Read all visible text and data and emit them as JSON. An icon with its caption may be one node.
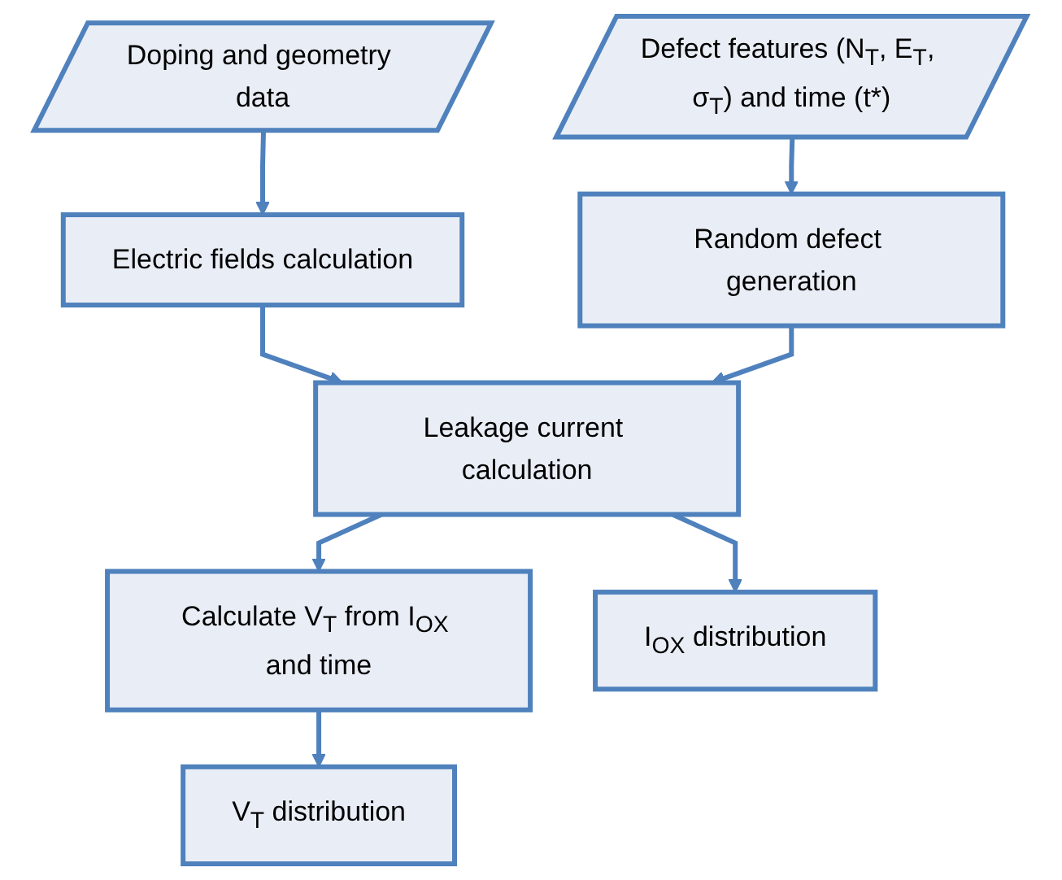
{
  "diagram": {
    "nodes": [
      {
        "text": [
          "Doping and geometry data"
        ]
      },
      {
        "text": [
          "Defect features (N$_{T}$, E$_{T}$, σ$_{T}$) and time (t*)"
        ]
      },
      {
        "text": [
          "Electric fields calculation"
        ]
      },
      {
        "text": [
          "Random defect generation"
        ]
      },
      {
        "text": [
          "Leakage current calculation"
        ]
      },
      {
        "text": [
          "Calculate V$_{T}$ from I$_{OX}$ and time"
        ]
      },
      {
        "text": [
          "I$_{OX}$ distribution"
        ]
      },
      {
        "text": [
          "V$_{T}$ distribution"
        ]
      }
    ],
    "edges": [
      {
        "from": 0,
        "to": 2,
        "arrow": "to"
      },
      {
        "from": 1,
        "to": 3,
        "arrow": "to"
      },
      {
        "from": 2,
        "to": 4,
        "arrow": "to"
      },
      {
        "from": 3,
        "to": 4,
        "arrow": "to"
      },
      {
        "from": 4,
        "to": 5,
        "arrow": "to"
      },
      {
        "from": 4,
        "to": 6,
        "arrow": "to"
      },
      {
        "from": 5,
        "to": 7,
        "arrow": "to"
      }
    ]
  }
}
